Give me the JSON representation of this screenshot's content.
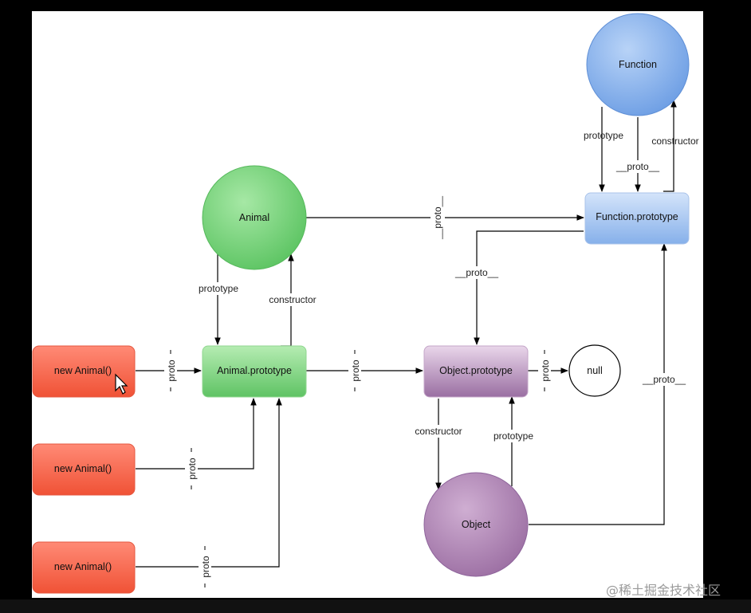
{
  "nodes": {
    "function": "Function",
    "function_prototype": "Function.prototype",
    "animal": "Animal",
    "animal_prototype": "Animal.prototype",
    "object_prototype": "Object.prototype",
    "object": "Object",
    "null": "null",
    "instances": [
      "new Animal()",
      "new Animal()",
      "new Animal()"
    ]
  },
  "edges": {
    "prototype": "prototype",
    "constructor": "constructor",
    "proto": "__proto__",
    "proto_short": "proto"
  },
  "watermark": "@稀土掘金技术社区",
  "colors": {
    "green": "#6dcf73",
    "blue": "#7ea8e6",
    "purple": "#a77fac",
    "red": "#f3604b"
  }
}
